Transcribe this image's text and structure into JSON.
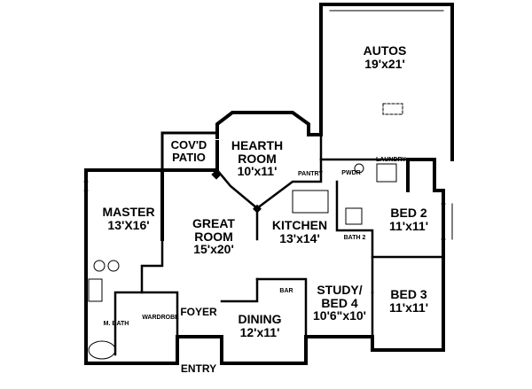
{
  "rooms": {
    "autos": {
      "name": "AUTOS",
      "size": "19'x21'"
    },
    "hearth": {
      "name1": "HEARTH",
      "name2": "ROOM",
      "size": "10'x11'"
    },
    "patio": {
      "name1": "COV'D",
      "name2": "PATIO"
    },
    "master": {
      "name": "MASTER",
      "size": "13'X16'"
    },
    "great": {
      "name1": "GREAT",
      "name2": "ROOM",
      "size": "15'x20'"
    },
    "kitchen": {
      "name": "KITCHEN",
      "size": "13'x14'"
    },
    "bed2": {
      "name": "BED 2",
      "size": "11'x11'"
    },
    "bed3": {
      "name": "BED 3",
      "size": "11'x11'"
    },
    "study": {
      "name1": "STUDY/",
      "name2": "BED 4",
      "size": "10'6\"x10'"
    },
    "dining": {
      "name": "DINING",
      "size": "12'x11'"
    },
    "foyer": {
      "name": "FOYER"
    },
    "entry": {
      "name": "ENTRY"
    },
    "pantry": {
      "name": "PANTRY"
    },
    "pwdr": {
      "name": "PWDR"
    },
    "laundry": {
      "name": "LAUNDRY"
    },
    "bath2": {
      "name": "BATH 2"
    },
    "bar": {
      "name": "BAR"
    },
    "mbath": {
      "name": "M. BATH"
    },
    "wardrobe": {
      "name": "WARDROBE"
    }
  }
}
